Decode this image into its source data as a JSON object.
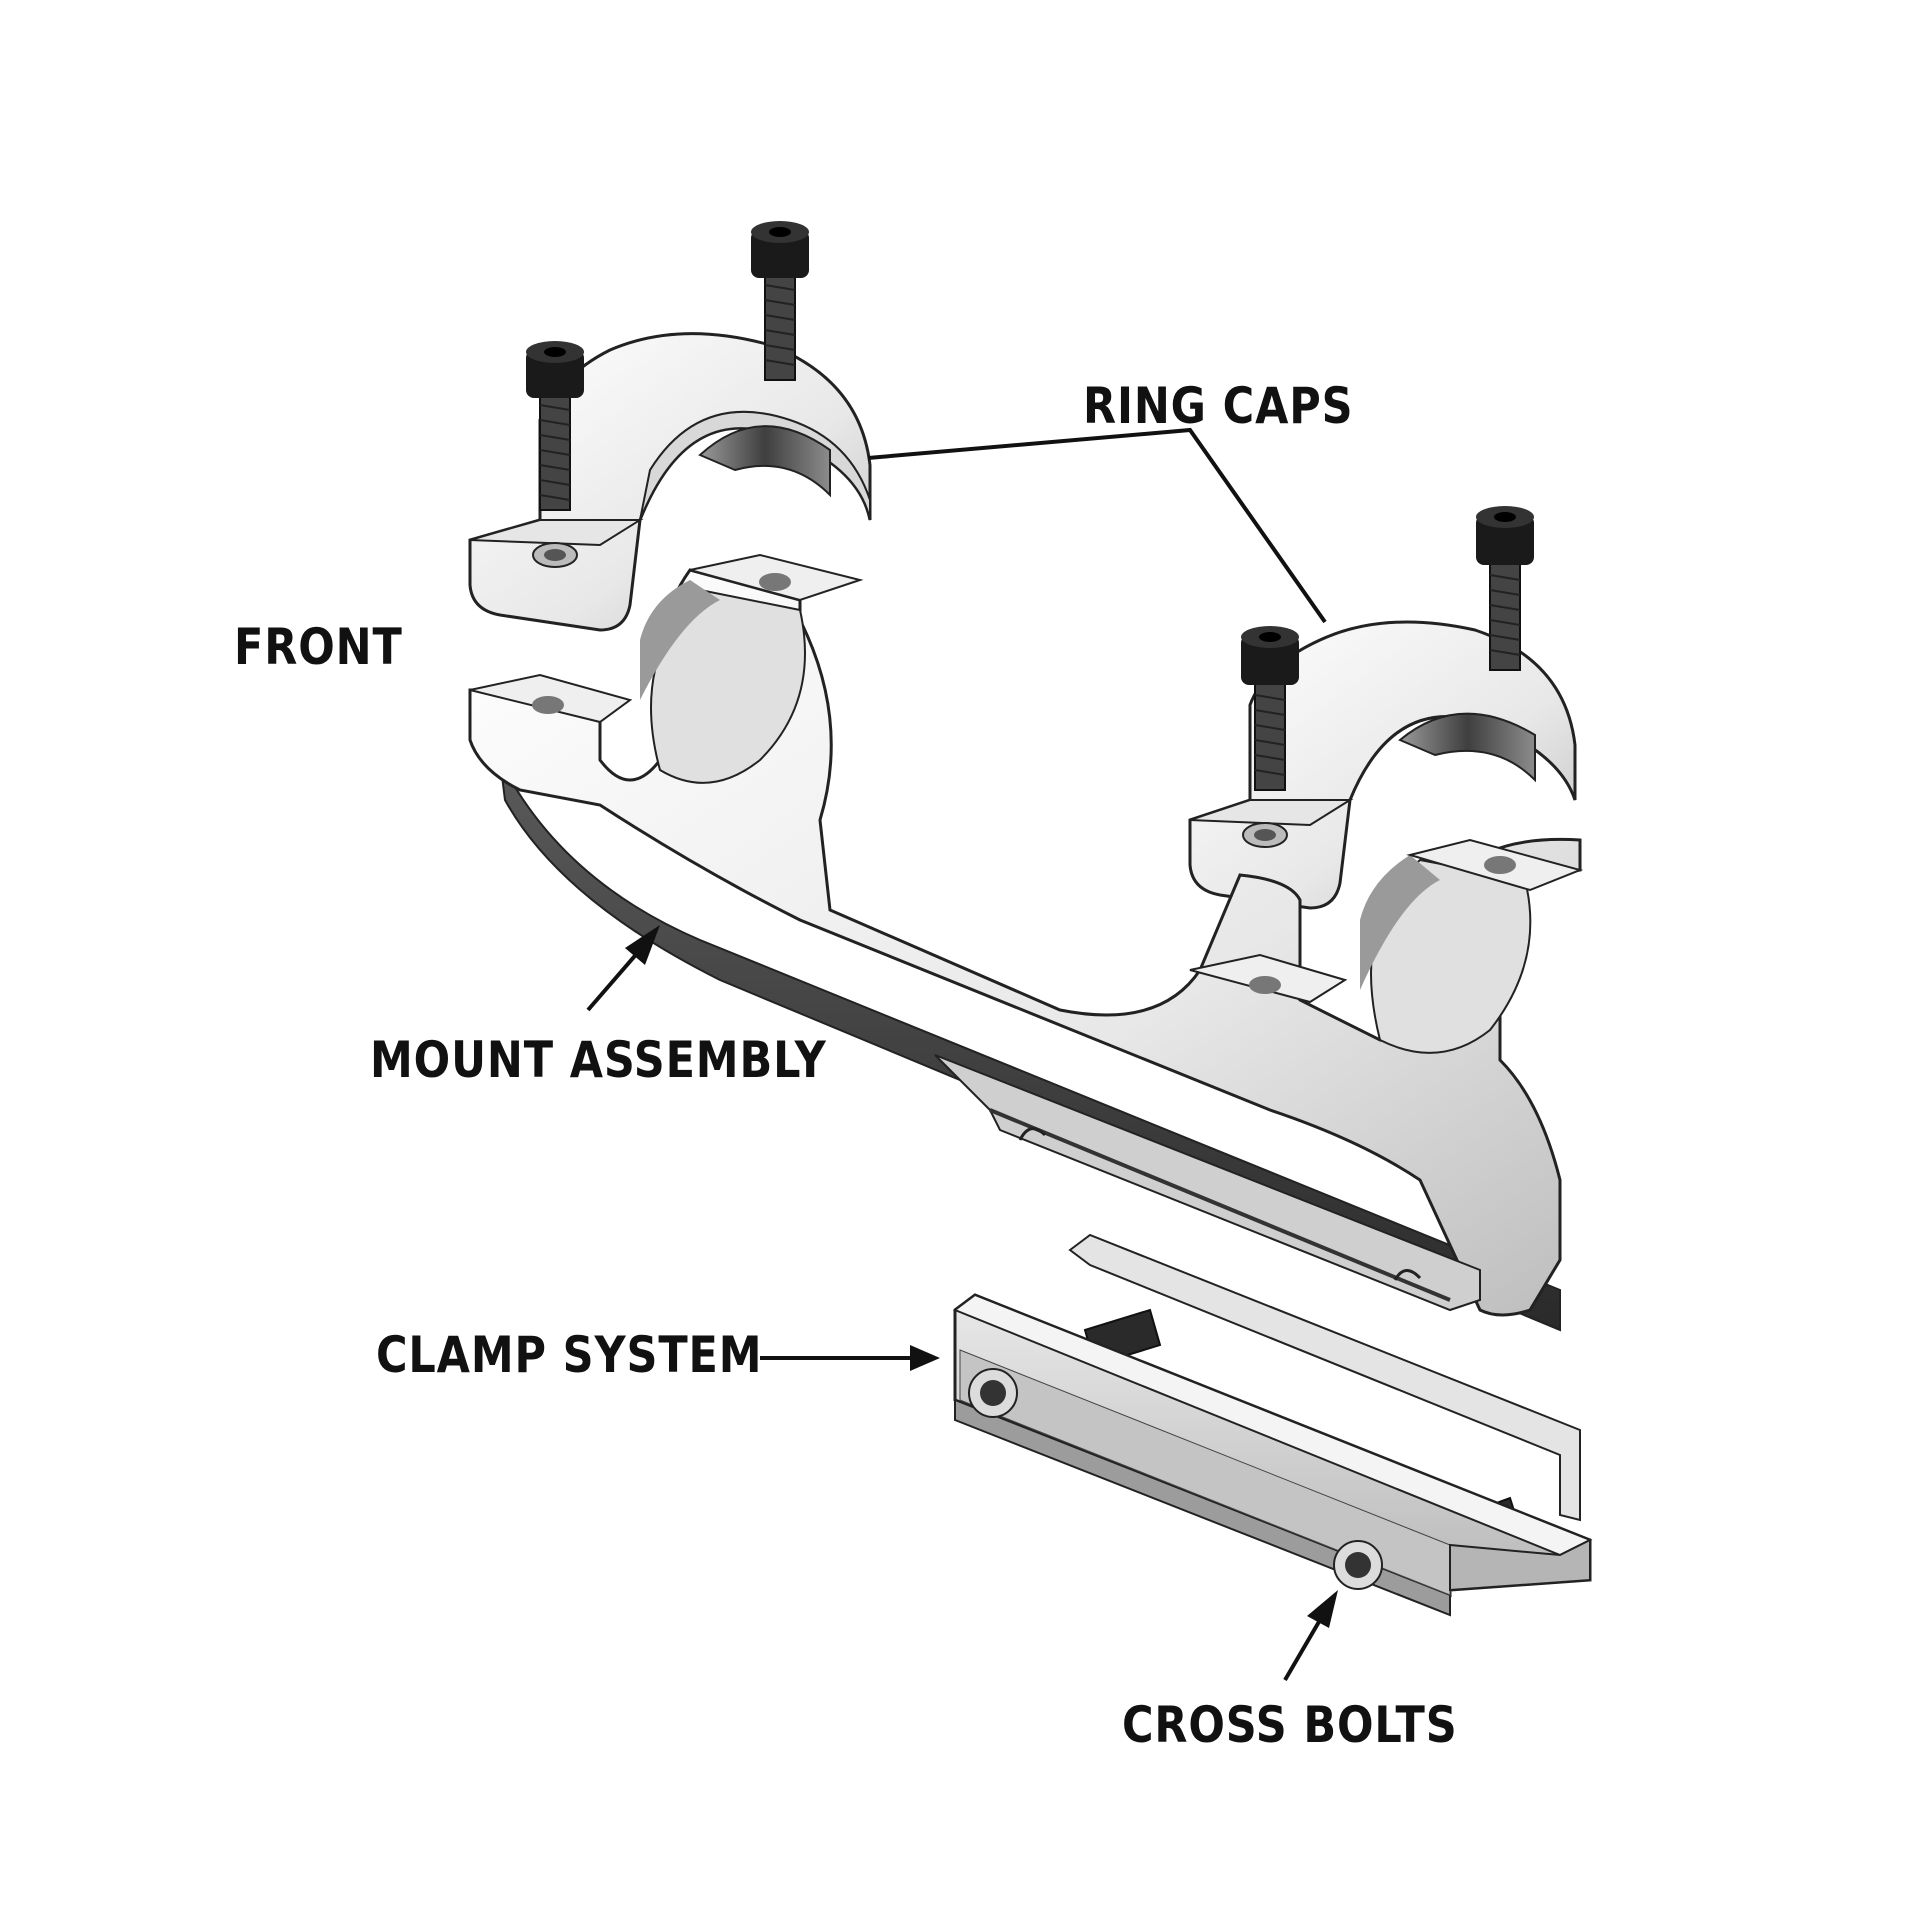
{
  "labels": {
    "ring_caps": "RING CAPS",
    "front": "FRONT",
    "mount_assembly": "MOUNT ASSEMBLY",
    "clamp_system": "CLAMP SYSTEM",
    "cross_bolts": "CROSS BOLTS"
  },
  "colors": {
    "ink": "#111111",
    "metal_light": "#f2f2f2",
    "metal_mid": "#cfcfcf",
    "metal_dark": "#6e6e6e",
    "screw": "#1a1a1a"
  }
}
